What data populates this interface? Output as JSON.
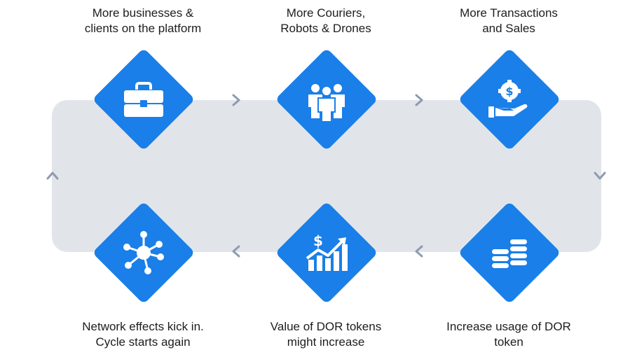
{
  "steps": [
    {
      "line1": "More businesses &",
      "line2": "clients on the platform",
      "icon": "briefcase-icon"
    },
    {
      "line1": "More Couriers,",
      "line2": "Robots & Drones",
      "icon": "people-group-icon"
    },
    {
      "line1": "More Transactions",
      "line2": "and Sales",
      "icon": "hand-dollar-icon"
    },
    {
      "line1": "Increase usage of DOR",
      "line2": "token",
      "icon": "coin-stack-icon"
    },
    {
      "line1": "Value of DOR tokens",
      "line2": "might increase",
      "icon": "growth-chart-dollar-icon"
    },
    {
      "line1": "Network effects kick in.",
      "line2": "Cycle starts again",
      "icon": "network-hub-icon"
    }
  ],
  "colors": {
    "accent": "#1a7fe8",
    "track": "#e1e5ea",
    "arrow": "#8f9aae",
    "text": "#1d1d1f"
  }
}
